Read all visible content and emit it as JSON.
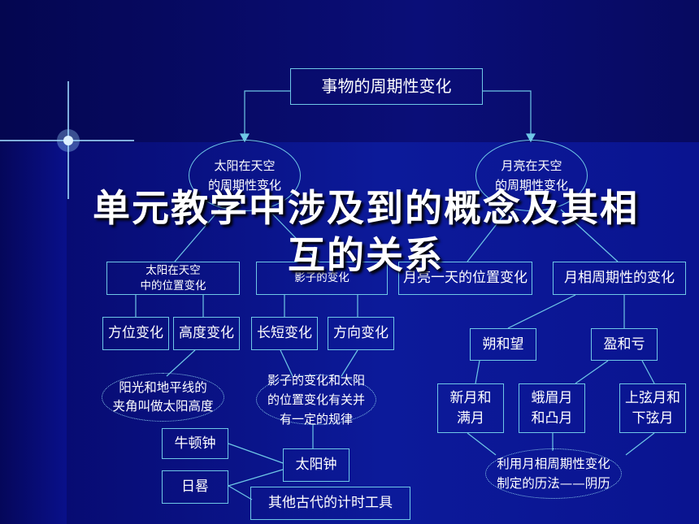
{
  "title": "单元教学中涉及到的概念及其相互的关系",
  "root": "事物的周期性变化",
  "sun": {
    "main": "太阳在天空\n的周期性变化",
    "position": "太阳在天空\n中的位置变化",
    "shadow": "影子的变化",
    "direction_change": "方位变化",
    "height_change": "高度变化",
    "length_change": "长短变化",
    "dir_change2": "方向变化",
    "sun_height_def": "阳光和地平线的\n夹角叫做太阳高度",
    "shadow_rule": "影子的变化和太阳\n的位置变化有关并\n有一定的规律",
    "cow_clock": "牛顿钟",
    "sundial_clock": "太阳钟",
    "sundial": "日晷",
    "ancient_tools": "其他古代的计时工具"
  },
  "moon": {
    "main": "月亮在天空\n的周期性变化",
    "position": "月亮一天的位置变化",
    "phase": "月相周期性的变化",
    "shuo_wang": "朔和望",
    "ying_kui": "盈和亏",
    "new_full": "新月和\n满月",
    "crescent_gibbous": "蛾眉月\n和凸月",
    "quarters": "上弦月和\n下弦月",
    "calendar": "利用月相周期性变化\n制定的历法——阴历"
  }
}
